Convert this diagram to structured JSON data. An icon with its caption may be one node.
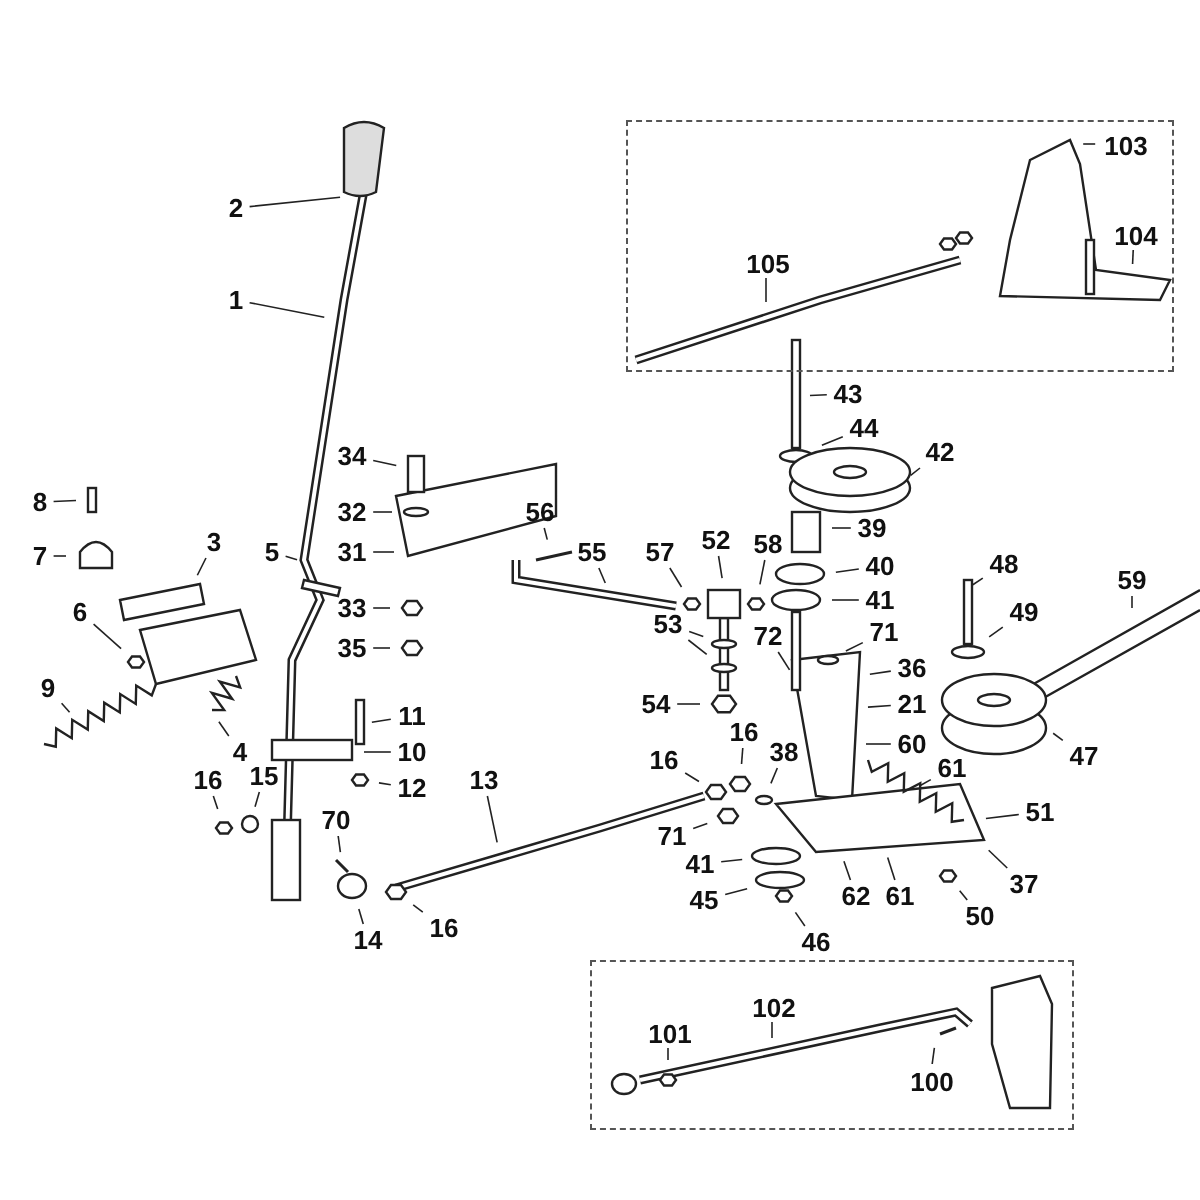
{
  "diagram": {
    "nodes": [
      {
        "text": [],
        "shape": "box"
      },
      {
        "text": [
          "103"
        ],
        "in": 0
      },
      {
        "text": [
          "104"
        ],
        "in": 0
      },
      {
        "text": [
          "105"
        ],
        "in": 0
      },
      {
        "text": [
          "2"
        ]
      },
      {
        "text": [
          "1"
        ]
      },
      {
        "text": [
          "43"
        ]
      },
      {
        "text": [
          "44"
        ]
      },
      {
        "text": [
          "42"
        ]
      },
      {
        "text": [
          "39"
        ]
      },
      {
        "text": [
          "34"
        ]
      },
      {
        "text": [
          "8"
        ]
      },
      {
        "text": [
          "32"
        ]
      },
      {
        "text": [
          "56"
        ]
      },
      {
        "text": [
          "40"
        ]
      },
      {
        "text": [
          "41"
        ]
      },
      {
        "text": [
          "57"
        ]
      },
      {
        "text": [
          "58"
        ]
      },
      {
        "text": [
          "31"
        ]
      },
      {
        "text": [
          "7"
        ]
      },
      {
        "text": [
          "3"
        ]
      },
      {
        "text": [
          "5"
        ]
      },
      {
        "text": [
          "55"
        ]
      },
      {
        "text": [
          "52"
        ]
      },
      {
        "text": [
          "59"
        ]
      },
      {
        "text": [
          "48"
        ]
      },
      {
        "text": [
          "49"
        ]
      },
      {
        "text": [
          "72"
        ]
      },
      {
        "text": [
          "33"
        ]
      },
      {
        "text": [
          "6"
        ]
      },
      {
        "text": [
          "53"
        ]
      },
      {
        "text": [
          "71"
        ]
      },
      {
        "text": [
          "35"
        ]
      },
      {
        "text": [
          "36"
        ]
      },
      {
        "text": [
          "9"
        ]
      },
      {
        "text": [
          "54"
        ]
      },
      {
        "text": [
          "21"
        ]
      },
      {
        "text": [
          "60"
        ]
      },
      {
        "text": [
          "11"
        ]
      },
      {
        "text": [
          "16"
        ]
      },
      {
        "text": [
          "16"
        ]
      },
      {
        "text": [
          "38"
        ]
      },
      {
        "text": [
          "61"
        ]
      },
      {
        "text": [
          "4"
        ]
      },
      {
        "text": [
          "10"
        ]
      },
      {
        "text": [
          "47"
        ]
      },
      {
        "text": [
          "13"
        ]
      },
      {
        "text": [
          "16"
        ]
      },
      {
        "text": [
          "15"
        ]
      },
      {
        "text": [
          "12"
        ]
      },
      {
        "text": [
          "51"
        ]
      },
      {
        "text": [
          "70"
        ]
      },
      {
        "text": [
          "71"
        ]
      },
      {
        "text": [
          "41"
        ]
      },
      {
        "text": [
          "62"
        ]
      },
      {
        "text": [
          "61"
        ]
      },
      {
        "text": [
          "37"
        ]
      },
      {
        "text": [
          "50"
        ]
      },
      {
        "text": [
          "45"
        ]
      },
      {
        "text": [
          "46"
        ]
      },
      {
        "text": [
          "14"
        ]
      },
      {
        "text": [
          "16"
        ]
      },
      {
        "text": [],
        "shape": "box"
      },
      {
        "text": [
          "102"
        ],
        "in": 62
      },
      {
        "text": [
          "101"
        ],
        "in": 62
      },
      {
        "text": [
          "100"
        ],
        "in": 62
      }
    ],
    "edges": [
      {
        "from": 1,
        "to": null,
        "arrow": "none"
      },
      {
        "from": 2,
        "to": null,
        "arrow": "none"
      },
      {
        "from": 3,
        "to": null,
        "arrow": "none"
      },
      {
        "from": 4,
        "to": null,
        "arrow": "none"
      },
      {
        "from": 5,
        "to": null,
        "arrow": "none"
      },
      {
        "from": 6,
        "to": null,
        "arrow": "none"
      },
      {
        "from": 7,
        "to": null,
        "arrow": "none"
      },
      {
        "from": 8,
        "to": null,
        "arrow": "none"
      },
      {
        "from": 9,
        "to": null,
        "arrow": "none"
      },
      {
        "from": 10,
        "to": null,
        "arrow": "none"
      },
      {
        "from": 11,
        "to": null,
        "arrow": "none"
      },
      {
        "from": 12,
        "to": null,
        "arrow": "none"
      },
      {
        "from": 13,
        "to": null,
        "arrow": "none"
      },
      {
        "from": 14,
        "to": null,
        "arrow": "none"
      },
      {
        "from": 15,
        "to": null,
        "arrow": "none"
      },
      {
        "from": 16,
        "to": null,
        "arrow": "none"
      },
      {
        "from": 17,
        "to": null,
        "arrow": "none"
      },
      {
        "from": 18,
        "to": null,
        "arrow": "none"
      },
      {
        "from": 19,
        "to": null,
        "arrow": "none"
      },
      {
        "from": 20,
        "to": null,
        "arrow": "none"
      },
      {
        "from": 21,
        "to": null,
        "arrow": "none"
      },
      {
        "from": 22,
        "to": null,
        "arrow": "none"
      },
      {
        "from": 23,
        "to": null,
        "arrow": "none"
      },
      {
        "from": 24,
        "to": null,
        "arrow": "none"
      },
      {
        "from": 25,
        "to": null,
        "arrow": "none"
      },
      {
        "from": 26,
        "to": null,
        "arrow": "none"
      },
      {
        "from": 27,
        "to": null,
        "arrow": "none"
      },
      {
        "from": 28,
        "to": null,
        "arrow": "none"
      },
      {
        "from": 29,
        "to": null,
        "arrow": "none"
      },
      {
        "from": 30,
        "to": null,
        "arrow": "none"
      },
      {
        "from": 30,
        "to": null,
        "arrow": "none"
      },
      {
        "from": 31,
        "to": null,
        "arrow": "none"
      },
      {
        "from": 32,
        "to": null,
        "arrow": "none"
      },
      {
        "from": 33,
        "to": null,
        "arrow": "none"
      },
      {
        "from": 34,
        "to": null,
        "arrow": "none"
      },
      {
        "from": 35,
        "to": null,
        "arrow": "none"
      },
      {
        "from": 36,
        "to": null,
        "arrow": "none"
      },
      {
        "from": 37,
        "to": null,
        "arrow": "none"
      },
      {
        "from": 38,
        "to": null,
        "arrow": "none"
      },
      {
        "from": 39,
        "to": null,
        "arrow": "none"
      },
      {
        "from": 40,
        "to": null,
        "arrow": "none"
      },
      {
        "from": 41,
        "to": null,
        "arrow": "none"
      },
      {
        "from": 42,
        "to": null,
        "arrow": "none"
      },
      {
        "from": 43,
        "to": null,
        "arrow": "none"
      },
      {
        "from": 44,
        "to": null,
        "arrow": "none"
      },
      {
        "from": 45,
        "to": null,
        "arrow": "none"
      },
      {
        "from": 46,
        "to": null,
        "arrow": "none"
      },
      {
        "from": 47,
        "to": null,
        "arrow": "none"
      },
      {
        "from": 48,
        "to": null,
        "arrow": "none"
      },
      {
        "from": 49,
        "to": null,
        "arrow": "none"
      },
      {
        "from": 50,
        "to": null,
        "arrow": "none"
      },
      {
        "from": 51,
        "to": null,
        "arrow": "none"
      },
      {
        "from": 52,
        "to": null,
        "arrow": "none"
      },
      {
        "from": 53,
        "to": null,
        "arrow": "none"
      },
      {
        "from": 54,
        "to": null,
        "arrow": "none"
      },
      {
        "from": 55,
        "to": null,
        "arrow": "none"
      },
      {
        "from": 56,
        "to": null,
        "arrow": "none"
      },
      {
        "from": 57,
        "to": null,
        "arrow": "none"
      },
      {
        "from": 58,
        "to": null,
        "arrow": "none"
      },
      {
        "from": 59,
        "to": null,
        "arrow": "none"
      },
      {
        "from": 60,
        "to": null,
        "arrow": "none"
      },
      {
        "from": 61,
        "to": null,
        "arrow": "none"
      },
      {
        "from": 63,
        "to": null,
        "arrow": "none"
      },
      {
        "from": 64,
        "to": null,
        "arrow": "none"
      },
      {
        "from": 65,
        "to": null,
        "arrow": "none"
      }
    ]
  }
}
